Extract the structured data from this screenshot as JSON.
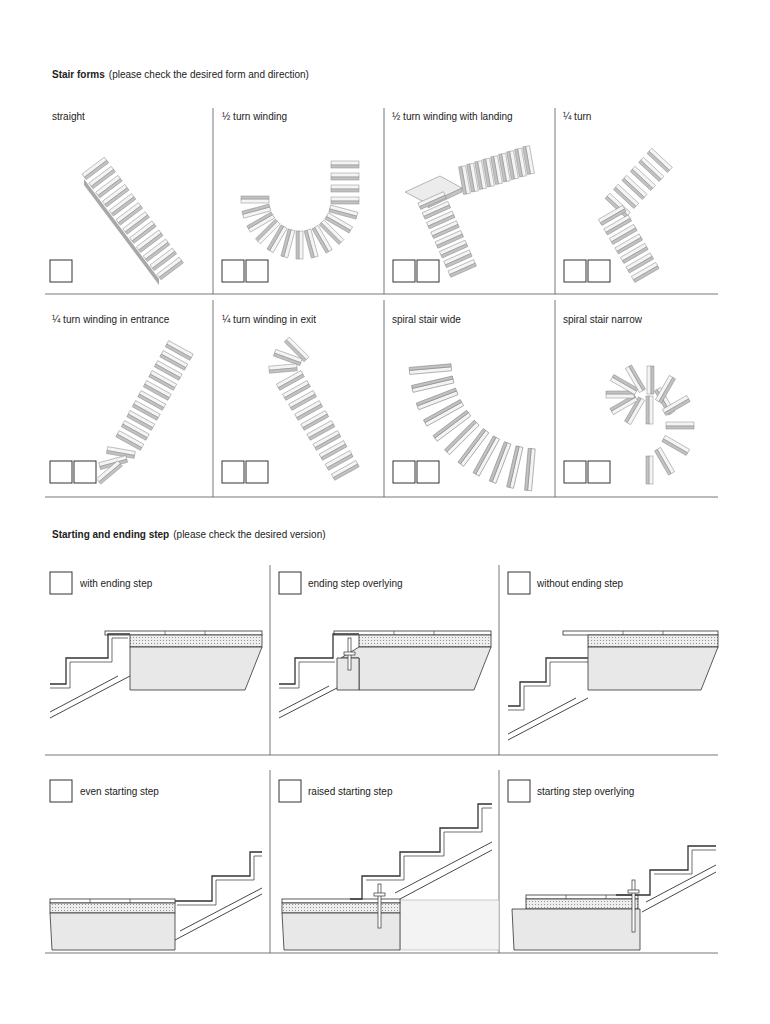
{
  "diagram": {
    "labels": [
      "Stair forms",
      "(please check the desired form and direction)",
      "straight",
      "½ turn winding",
      "½ turn winding with landing",
      "¼ turn",
      "¼ turn winding in entrance",
      "¼ turn winding in exit",
      "spiral stair wide",
      "spiral stair narrow",
      "Starting and ending step",
      "(please check the desired version)",
      "with ending step",
      "ending step overlying",
      "without ending step",
      "even starting step",
      "raised starting step",
      "starting step overlying"
    ]
  }
}
